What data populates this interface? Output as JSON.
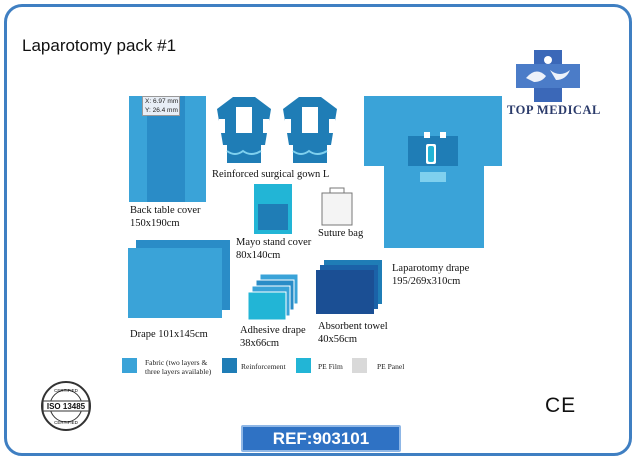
{
  "title": "Laparotomy pack #1",
  "brand": {
    "name": "TOP MEDICAL"
  },
  "dimension_readout": {
    "x": "X: 6.97 mm",
    "y": "Y: 26.4 mm"
  },
  "items": {
    "back_table_cover": {
      "name": "Back table cover",
      "size": "150x190cm"
    },
    "gown": {
      "name": "Reinforced surgical gown L"
    },
    "mayo": {
      "name": "Mayo stand cover",
      "size": "80x140cm"
    },
    "suture_bag": {
      "name": "Suture bag"
    },
    "laparotomy_drape": {
      "name": "Laparotomy drape",
      "size": "195/269x310cm"
    },
    "drape": {
      "name": "Drape 101x145cm"
    },
    "adhesive_drape": {
      "name": "Adhesive drape",
      "size": "38x66cm"
    },
    "absorbent_towel": {
      "name": "Absorbent towel",
      "size": "40x56cm"
    }
  },
  "legend": [
    {
      "line1": "Fabric (two layers &",
      "line2": "three layers available)",
      "color": "#3aa3d8"
    },
    {
      "line1": "Reinforcement",
      "line2": "",
      "color": "#1f7db6"
    },
    {
      "line1": "PE Film",
      "line2": "",
      "color": "#22b5d6"
    },
    {
      "line1": "PE Panel",
      "line2": "",
      "color": "#d9d9d9"
    }
  ],
  "certification": {
    "iso_text": "ISO 13485",
    "badge_top": "CERTIFIED",
    "badge_bottom": "CERTIFIED"
  },
  "ce_mark": "CE",
  "ref": "REF:903101",
  "colors": {
    "fabric": "#3aa3d8",
    "reinforcement": "#1f7db6",
    "dark": "#1b4f94",
    "frame": "#3f7fc2"
  }
}
